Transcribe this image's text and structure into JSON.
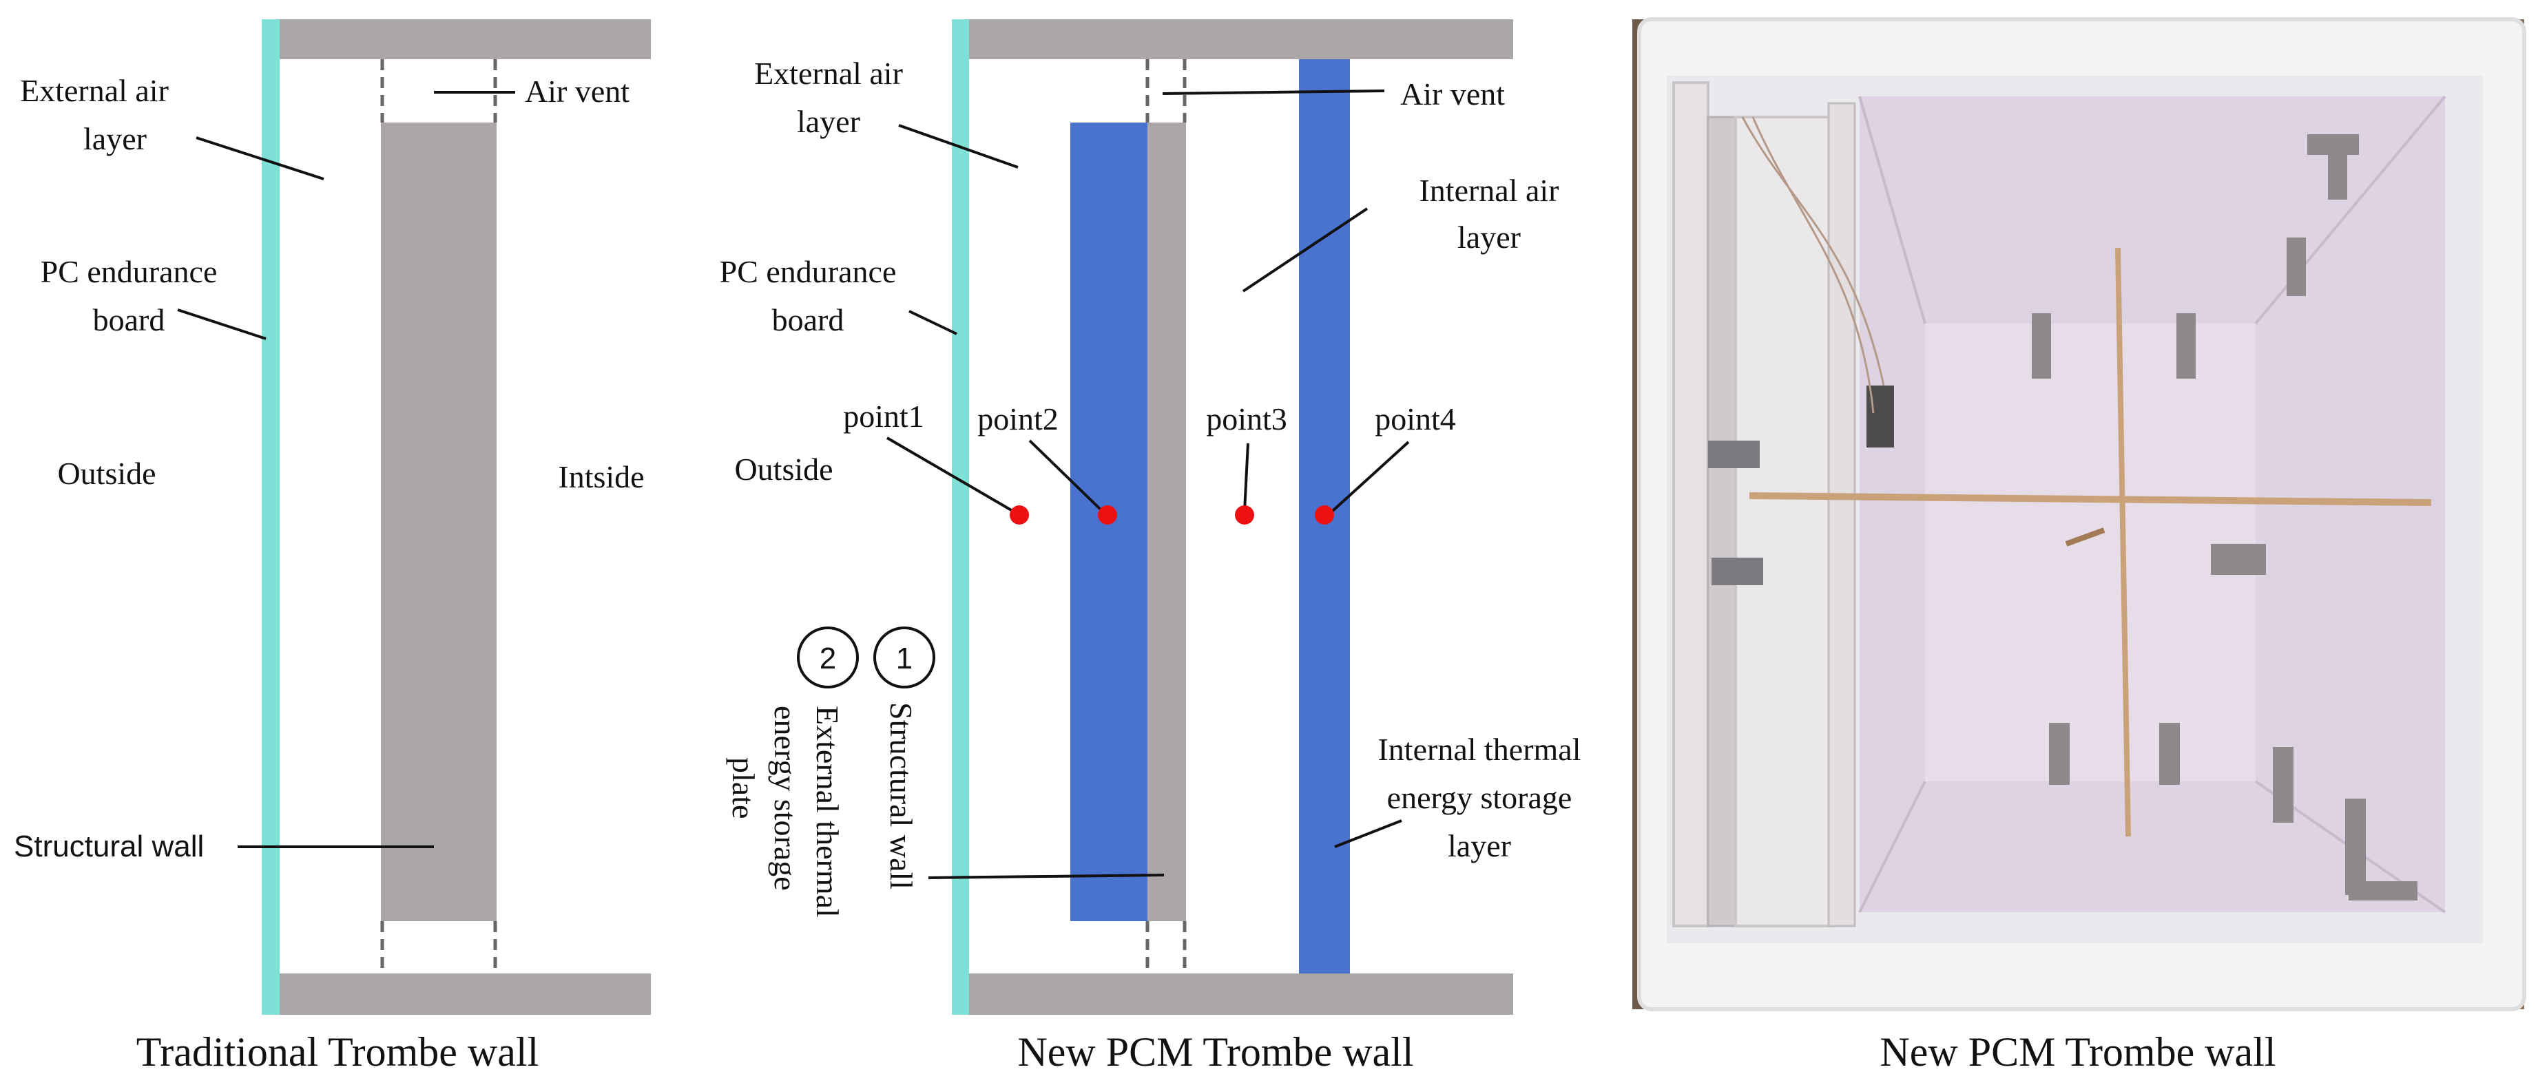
{
  "colors": {
    "pc_board": "#7fe0d8",
    "wall_gray": "#aba7a7",
    "pcm_blue": "#4a72cf",
    "point_red": "#ee1111",
    "photo_board": "#e6e2e4",
    "photo_interior": "#ddd3e2",
    "photo_foam": "#f4f4f4"
  },
  "traditional": {
    "labels": {
      "external_air": [
        "External air",
        "layer"
      ],
      "air_vent": "Air vent",
      "pc_board": [
        "PC endurance",
        "board"
      ],
      "outside": "Outside",
      "inside": "Intside",
      "structural_wall": "Structural wall"
    },
    "caption": "Traditional Trombe wall"
  },
  "pcm": {
    "labels": {
      "external_air": [
        "External air",
        "layer"
      ],
      "air_vent": "Air vent",
      "internal_air": [
        "Internal air",
        "layer"
      ],
      "pc_board": [
        "PC endurance",
        "board"
      ],
      "outside": "Outside",
      "internal_storage": [
        "Internal thermal",
        "energy storage",
        "layer"
      ]
    },
    "points": [
      "point1",
      "point2",
      "point3",
      "point4"
    ],
    "legend": {
      "num1": "1",
      "num2": "2",
      "text1": "Structural wall",
      "text2": [
        "External thermal",
        "energy storage",
        "plate"
      ]
    },
    "caption": "New PCM Trombe wall"
  },
  "photo": {
    "caption": "New PCM Trombe wall",
    "icon": "photo-of-experimental-box"
  }
}
